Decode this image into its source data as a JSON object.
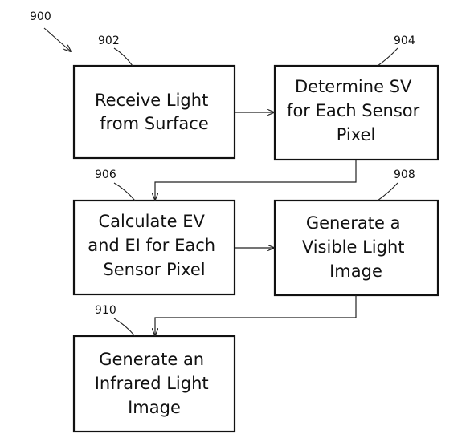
{
  "figure_label": "900",
  "steps": [
    {
      "ref": "902",
      "lines": [
        "Receive Light",
        "from Surface"
      ]
    },
    {
      "ref": "904",
      "lines": [
        "Determine SV",
        "for Each Sensor",
        "Pixel"
      ]
    },
    {
      "ref": "906",
      "lines": [
        "Calculate EV",
        "and EI for Each",
        "Sensor Pixel"
      ]
    },
    {
      "ref": "908",
      "lines": [
        "Generate a",
        "Visible Light",
        "Image"
      ]
    },
    {
      "ref": "910",
      "lines": [
        "Generate an",
        "Infrared Light",
        "Image"
      ]
    }
  ]
}
